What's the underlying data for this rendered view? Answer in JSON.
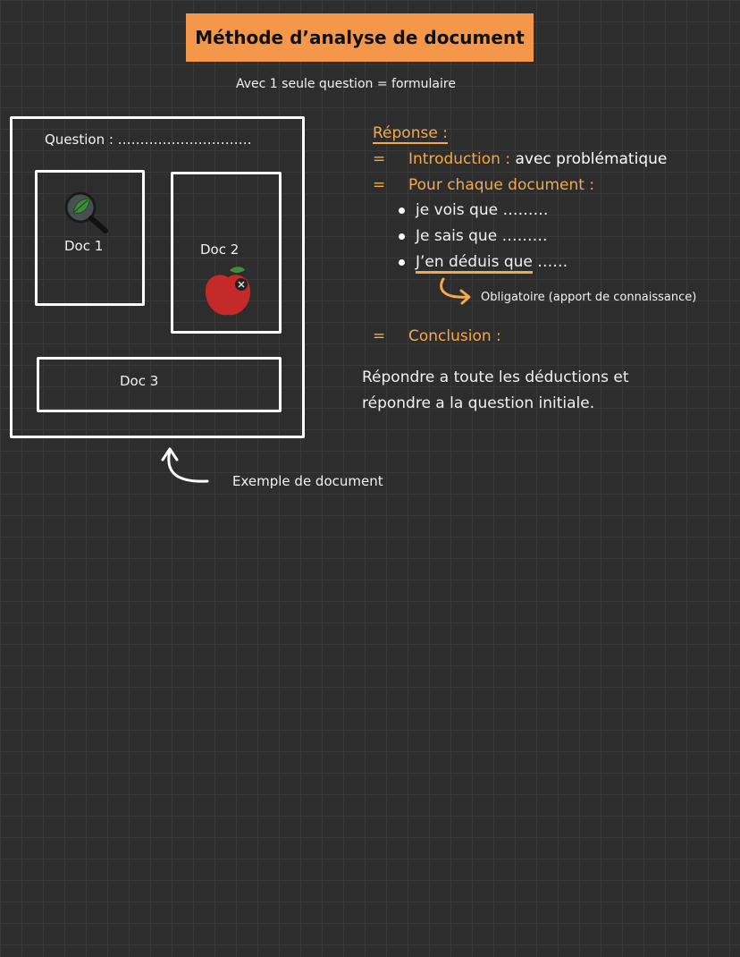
{
  "header": {
    "title": "Méthode d’analyse de document",
    "subtitle": "Avec 1 seule question = formulaire"
  },
  "example": {
    "question": "Question : …………………………",
    "doc1": "Doc 1",
    "doc2": "Doc 2",
    "doc3": "Doc 3",
    "caption": "Exemple de document"
  },
  "reponse": {
    "heading": "Réponse :",
    "eq": "=",
    "intro_key": "Introduction :",
    "intro_rest": "avec problématique",
    "per_doc": "Pour chaque document :",
    "bullets": [
      "je vois que ………",
      "Je sais que ………",
      "J’en déduis que ……"
    ],
    "deduis_main": "J’en déduis que",
    "deduis_dots": "……",
    "note": "Obligatoire (apport de connaissance)",
    "conclusion": "Conclusion :",
    "final_line1": "Répondre a toute les déductions et",
    "final_line2": "répondre a la question initiale."
  },
  "icons": [
    "magnifier-leaf-icon",
    "apple-icon",
    "curved-arrow-icon"
  ],
  "colors": {
    "accent": "#f4974a",
    "text_orange": "#f4a94a",
    "background": "#2d2d2d"
  }
}
